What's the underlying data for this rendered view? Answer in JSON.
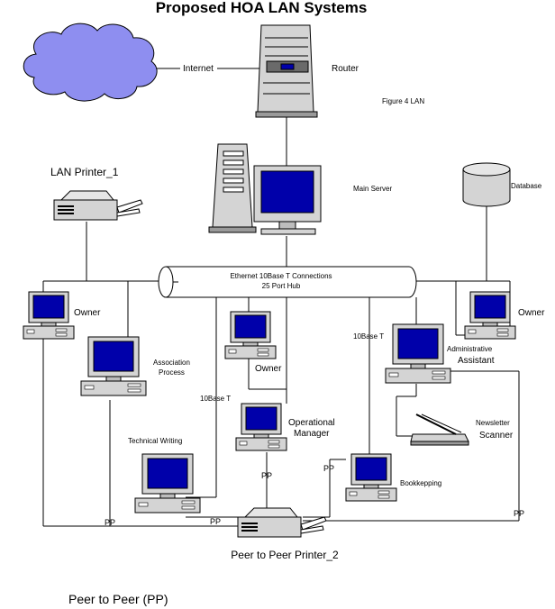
{
  "title": "Proposed HOA LAN Systems",
  "figure_caption": "Figure 4 LAN",
  "legend_text": "Peer to Peer (PP)",
  "nodes": {
    "cloud": {
      "label": "Internet"
    },
    "router": {
      "label": "Router"
    },
    "main_server": {
      "label": "Main Server"
    },
    "database": {
      "label": "Database"
    },
    "lan_printer": {
      "label": "LAN Printer_1"
    },
    "hub": {
      "line1": "Ethernet 10Base T Connections",
      "line2": "25 Port Hub"
    },
    "owner_left": {
      "label": "Owner"
    },
    "owner_right": {
      "label": "Owner"
    },
    "owner_center": {
      "label": "Owner"
    },
    "association": {
      "line1": "Association",
      "line2": "Process"
    },
    "operational_manager": {
      "line1": "Operational",
      "line2": "Manager"
    },
    "admin_assistant": {
      "line1": "Administrative",
      "line2": "Assistant"
    },
    "technical_writing": {
      "label": "Technical Writing"
    },
    "bookkeeping": {
      "label": "Bookkepping"
    },
    "newsletter_scanner": {
      "line1": "Newsletter",
      "line2": "Scanner"
    },
    "pp_printer": {
      "label": "Peer to Peer Printer_2"
    }
  },
  "connection_labels": {
    "tenbase_center": "10Base T",
    "tenbase_right": "10Base T",
    "pp_operational": "PP",
    "pp_bookkeeping": "PP",
    "pp_left_bottom": "PP",
    "pp_technical": "PP",
    "pp_right_bottom": "PP"
  },
  "colors": {
    "screen": "#0000aa",
    "cloud_fill": "#8e8ef0",
    "device_gray": "#d4d4d4",
    "line": "#000000"
  },
  "icons": [
    "cloud-icon",
    "router-icon",
    "server-tower-icon",
    "monitor-icon",
    "database-icon",
    "printer-icon",
    "scanner-icon",
    "desktop-computer-icon",
    "hub-pipe-icon"
  ]
}
